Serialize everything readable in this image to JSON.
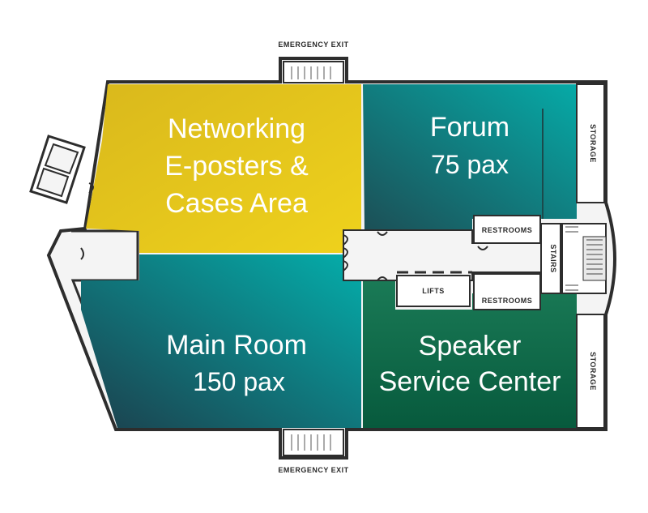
{
  "map": {
    "rooms": {
      "networking": {
        "line1": "Networking",
        "line2": "E-posters &",
        "line3": "Cases Area"
      },
      "forum": {
        "name": "Forum",
        "capacity": "75 pax"
      },
      "main_room": {
        "name": "Main Room",
        "capacity": "150 pax"
      },
      "speaker_center": {
        "line1": "Speaker",
        "line2": "Service Center"
      }
    },
    "labels": {
      "emergency_exit_top": "EMERGENCY EXIT",
      "emergency_exit_bottom": "EMERGENCY EXIT",
      "restrooms_top": "RESTROOMS",
      "restrooms_bottom": "RESTROOMS",
      "lifts": "LIFTS",
      "stairs": "STAIRS",
      "storage_top": "STORAGE",
      "storage_bottom": "STORAGE"
    },
    "colors": {
      "networking": "#e3c41a",
      "forum": "#0f8c8a",
      "main_room": "#0d8a88",
      "speaker_center": "#17734f",
      "wall": "#2d2d2d"
    }
  }
}
